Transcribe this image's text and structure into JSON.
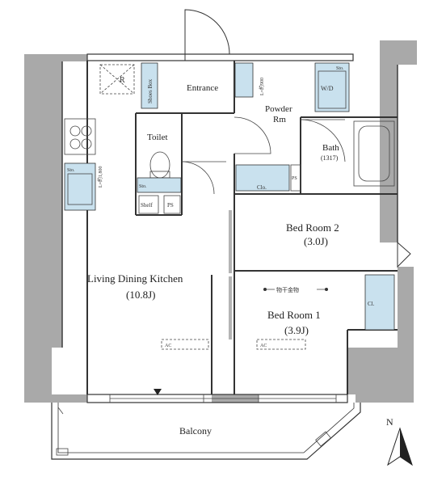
{
  "rooms": {
    "entrance": "Entrance",
    "powder_line1": "Powder",
    "powder_line2": "Rm",
    "toilet": "Toilet",
    "bath": "Bath",
    "bath_size": "(1317)",
    "bed2": "Bed Room 2",
    "bed2_size": "(3.0J)",
    "bed1": "Bed Room 1",
    "bed1_size": "(3.9J)",
    "ldk": "Living Dining Kitchen",
    "ldk_size": "(10.8J)",
    "balcony": "Balcony"
  },
  "fixtures": {
    "refrigerator": "R",
    "shoes_box": "Shoes Box",
    "storage": "Sto.",
    "washer": "W/D",
    "clo": "Clo.",
    "ps": "PS",
    "shelf": "Shelf",
    "ac": "AC",
    "cl": "Cl.",
    "l_value_1": "L=約900",
    "l_value_2": "L=約1,800",
    "annotation": "物干金物"
  },
  "compass": "N",
  "colors": {
    "wall": "#a9a9a9",
    "fixture_fill": "#c9e1ee",
    "line": "#333333"
  }
}
